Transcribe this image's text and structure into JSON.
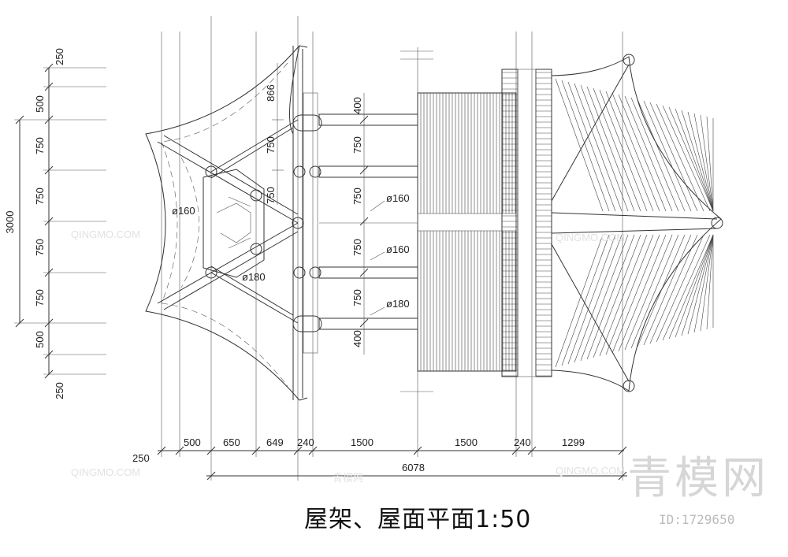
{
  "title": "屋架、屋面平面1:50",
  "logo_text": "青模网",
  "image_id": "ID:1729650",
  "watermarks": [
    "QINGMO.COM",
    "QINGMO.COM",
    "QINGMO.COM",
    "QINGMO.COM",
    "青模网"
  ],
  "vertical_dims": {
    "total": "3000",
    "segments": [
      "250",
      "500",
      "750",
      "750",
      "750",
      "750",
      "500",
      "250"
    ]
  },
  "inner_dims": {
    "upper_866": "866",
    "upper_750": "750",
    "mid_750": "750"
  },
  "right_vertical_dims": [
    "400",
    "750",
    "750",
    "750",
    "750",
    "400"
  ],
  "pipe_labels": {
    "left_160": "ø160",
    "left_180": "ø180",
    "right_160a": "ø160",
    "right_160b": "ø160",
    "right_180": "ø180"
  },
  "horizontal_dims": {
    "segments": [
      "250",
      "500",
      "650",
      "649",
      "240",
      "1500",
      "1500",
      "240",
      "1299"
    ],
    "total": "6078"
  }
}
